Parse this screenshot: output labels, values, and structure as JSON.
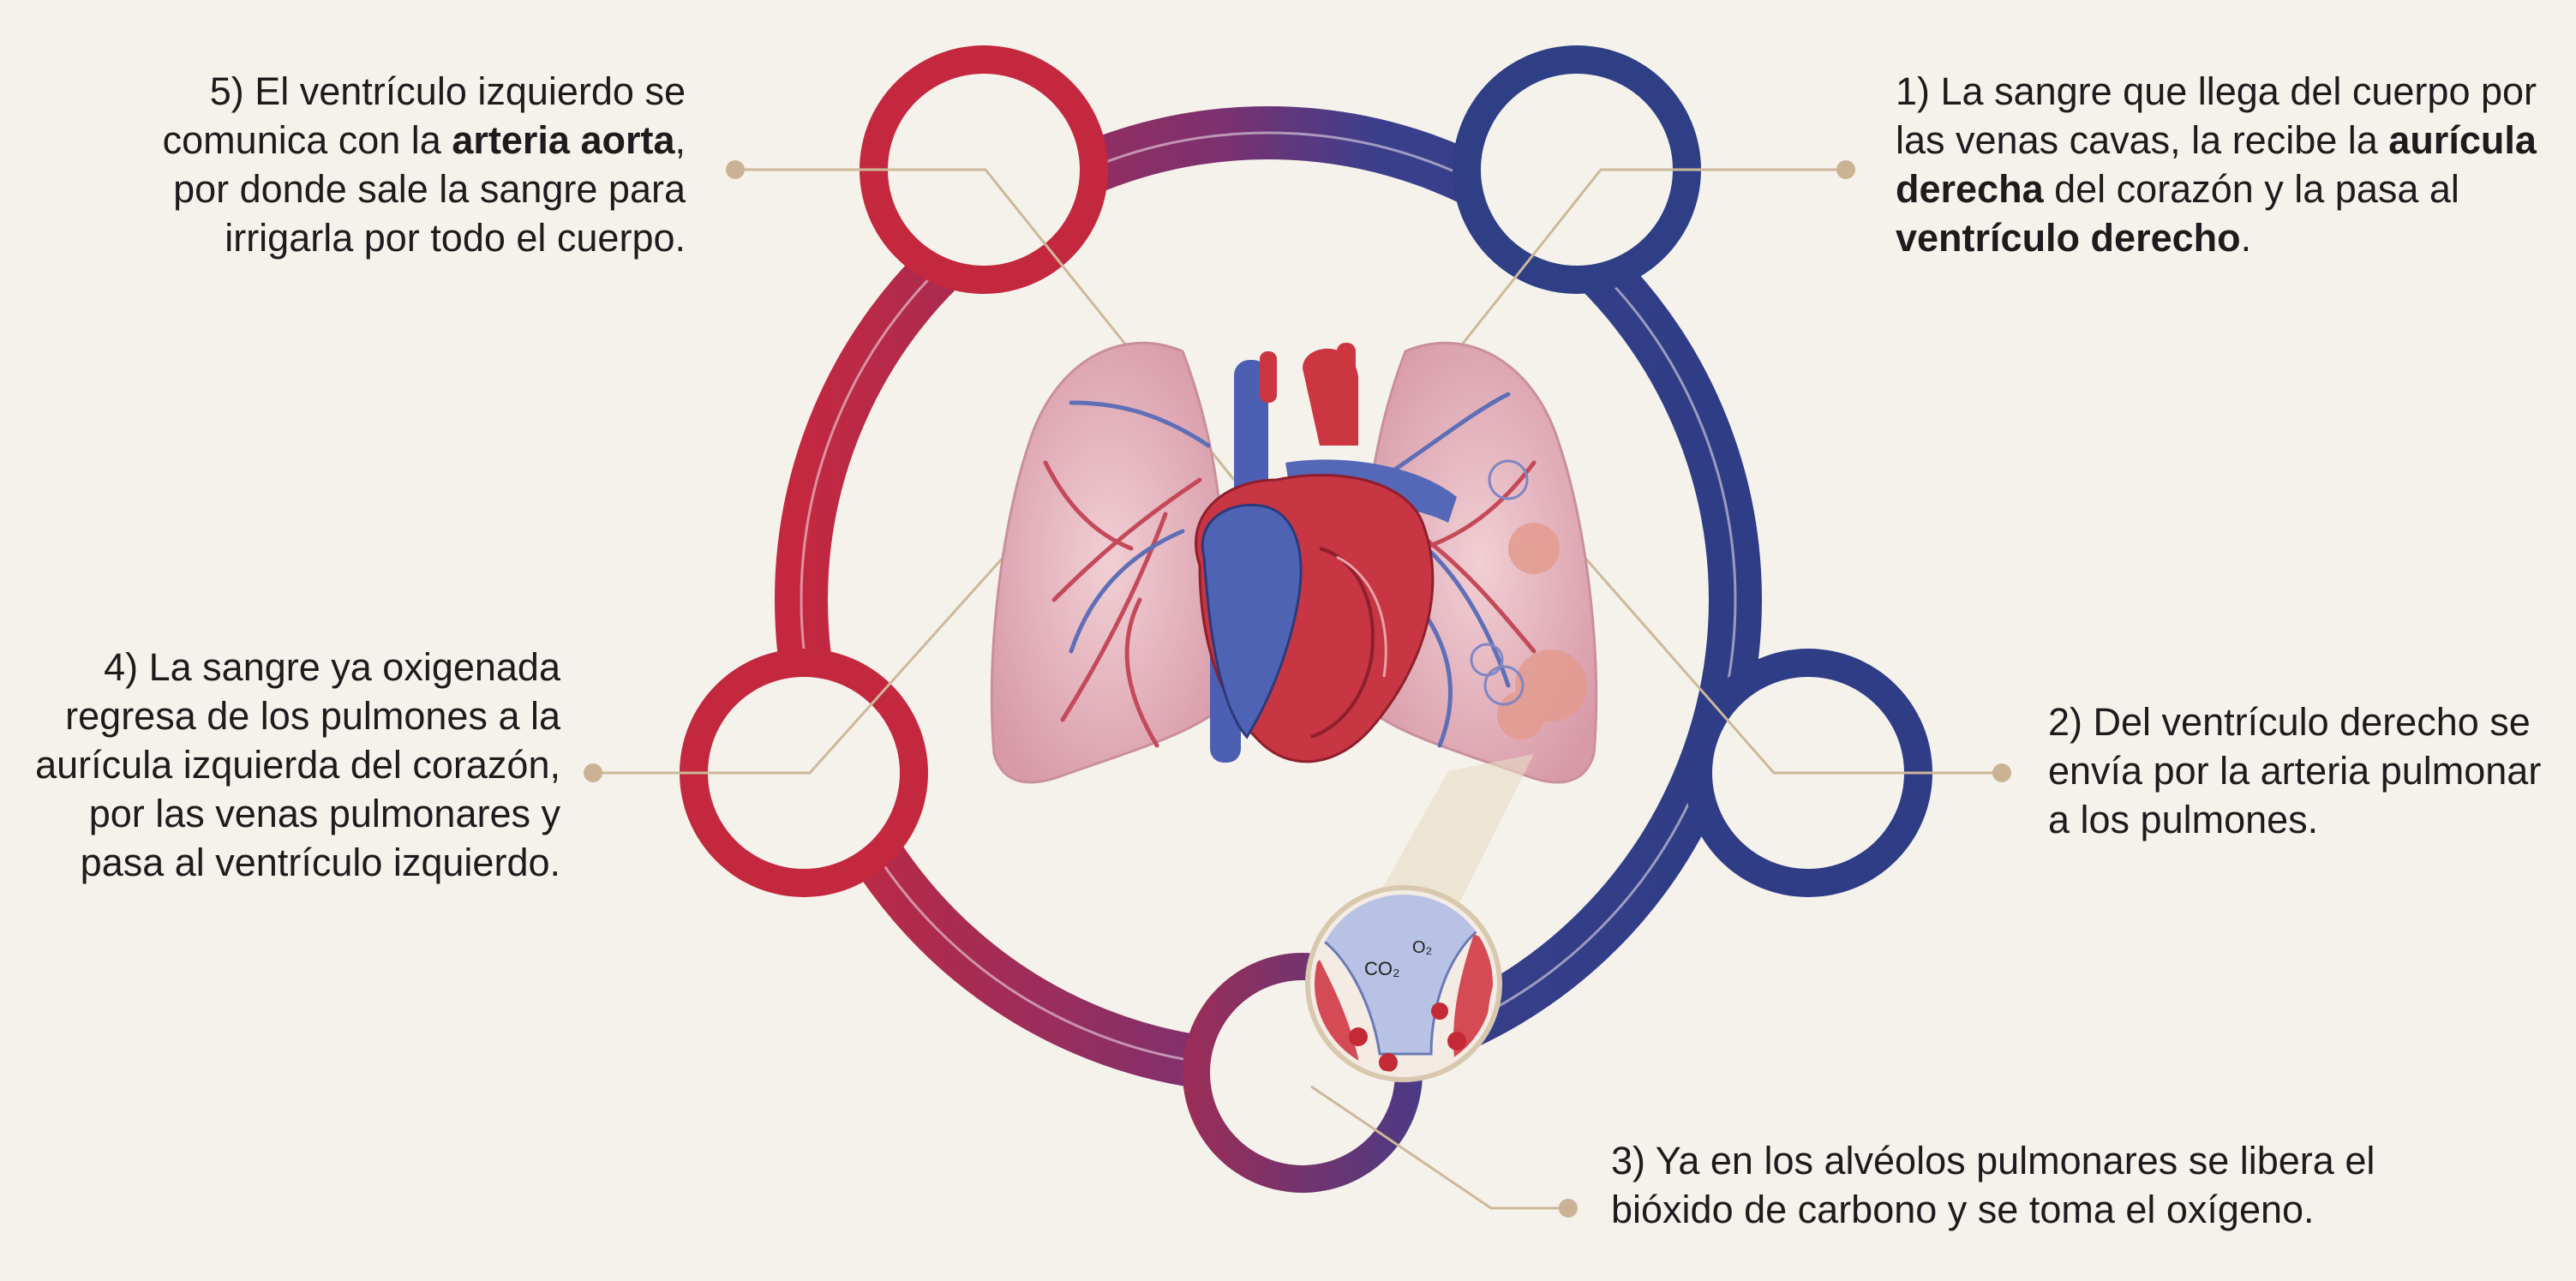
{
  "steps": [
    {
      "id": "step-1",
      "parts": [
        {
          "t": "1) La sangre que llega del cuerpo por las venas cavas, la recibe la "
        },
        {
          "t": "aurícula derecha",
          "b": true
        },
        {
          "t": " del corazón y la pasa al "
        },
        {
          "t": "ventrículo derecho",
          "b": true
        },
        {
          "t": "."
        }
      ]
    },
    {
      "id": "step-2",
      "parts": [
        {
          "t": "2) Del ventrículo derecho se envía por la arteria pulmonar a los pulmones."
        }
      ]
    },
    {
      "id": "step-3",
      "parts": [
        {
          "t": "3) Ya en los alvéolos pulmonares se libera el bióxido de carbono y se toma el oxígeno."
        }
      ]
    },
    {
      "id": "step-4",
      "parts": [
        {
          "t": "4) La sangre ya oxigenada regresa de los pulmones a la aurícula izquierda del corazón, por las venas pulmonares y pasa al ventrículo izquierdo."
        }
      ]
    },
    {
      "id": "step-5",
      "parts": [
        {
          "t": "5) El ventrículo izquierdo se comunica con la "
        },
        {
          "t": "arteria aorta",
          "b": true
        },
        {
          "t": ", por donde sale la sangre para irrigarla por todo el cuerpo."
        }
      ]
    }
  ],
  "inset": {
    "co2_label": "CO₂",
    "o2_label": "O₂"
  },
  "colors": {
    "background": "#f5f2ec",
    "oxygenated_red": "#c0273d",
    "deoxygenated_blue": "#2f3f86",
    "leader_line": "#cdb89a",
    "leader_dot": "#c9b394",
    "lung_pink": "#e9b7c0",
    "text": "#1e1b1d"
  },
  "icons": [
    "heart-icon",
    "lungs-icon",
    "alveolus-inset-icon"
  ]
}
